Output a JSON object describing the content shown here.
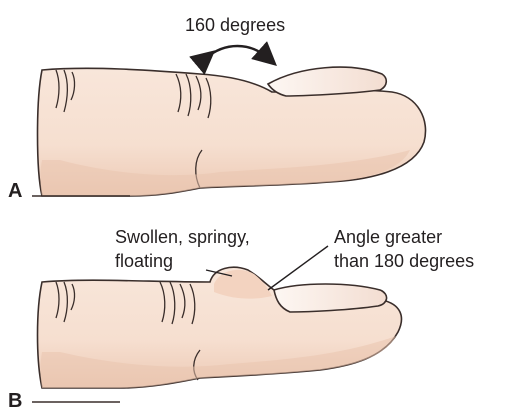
{
  "panel_a": {
    "letter": "A",
    "angle_label": "160 degrees"
  },
  "panel_b": {
    "letter": "B",
    "swelling_label_line1": "Swollen, springy,",
    "swelling_label_line2": "floating",
    "angle_label_line1": "Angle greater",
    "angle_label_line2": "than 180 degrees"
  },
  "colors": {
    "skin": "#f6dfd0",
    "skin_shadow": "#e9c4ae",
    "nail": "#fbf1ec",
    "outline": "#3a2e2b",
    "text": "#231f20"
  }
}
